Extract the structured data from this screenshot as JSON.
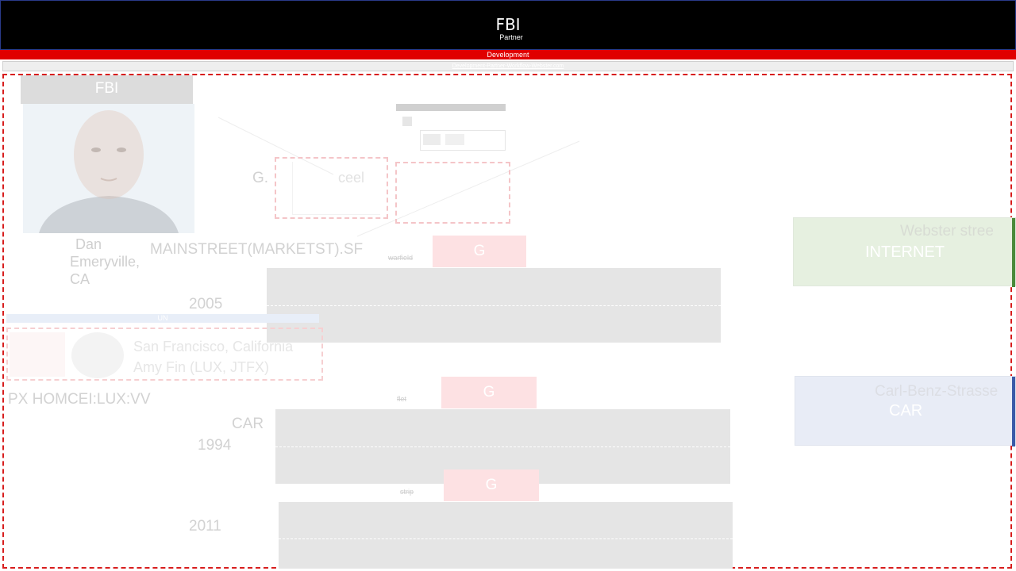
{
  "header": {
    "title": "FBI",
    "subtitle": "Partner"
  },
  "dev_bar": {
    "label": "Development"
  },
  "sub_bar": {
    "label": "Development-Partner-Workflow-Webster.com"
  },
  "profile": {
    "header_label": "FBI",
    "name": "Dan",
    "location": "Emeryville, CA"
  },
  "left_labels": {
    "g_label": "G.",
    "ceel_label": "ceel",
    "mainstreet": "MAINSTREET(MARKETST).SF",
    "year_2005": "2005",
    "un_bar": "UN",
    "sf_line1": "San Francisco, California",
    "sf_line2": "Amy Fin (LUX, JTFX)",
    "px_label": "PX HOMCEI:LUX:VV",
    "car_label": "CAR",
    "year_1994": "1994",
    "year_2011": "2011"
  },
  "timeline": [
    {
      "tag": "warfield",
      "box": "G"
    },
    {
      "tag": "flet",
      "box": "G"
    },
    {
      "tag": "strip",
      "box": "G"
    }
  ],
  "right_cards": [
    {
      "street": "Webster stree",
      "label": "INTERNET",
      "bg": "#e6f0e0",
      "accent": "#4a8a3a"
    },
    {
      "street": "Carl-Benz-Strasse",
      "label": "CAR",
      "bg": "#e8ecf6",
      "accent": "#3a5aa8"
    }
  ],
  "colors": {
    "header_bg": "#000000",
    "dev_bar": "#e00000",
    "dashed_border": "#d81e1e",
    "g_box": "#fde1e3"
  }
}
